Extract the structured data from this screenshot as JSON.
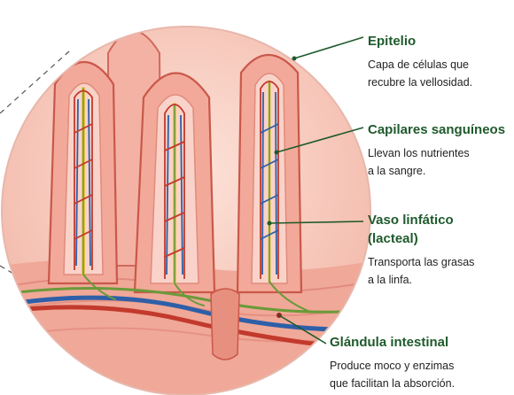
{
  "labels": [
    {
      "title": "Epitelio",
      "description_lines": [
        "Capa de células que",
        "recubre la vellosidad."
      ]
    },
    {
      "title": "Capilares sanguíneos",
      "description_lines": [
        "Llevan los nutrientes",
        "a la sangre."
      ]
    },
    {
      "title_lines": [
        "Vaso linfático",
        "(lacteal)"
      ],
      "description_lines": [
        "Transporta las grasas",
        "a la linfa."
      ]
    },
    {
      "title": "Glándula intestinal",
      "description_lines": [
        "Produce moco y enzimas",
        "que facilitan la absorción."
      ]
    }
  ],
  "colors": {
    "label_title": "#1f5a2c",
    "tissue_light": "#f6c7bd",
    "tissue_mid": "#e8907f",
    "tissue_dark": "#c9584a",
    "blood_red": "#c23a2c",
    "blood_blue": "#2e5fa8",
    "lymph_green": "#6a9a3a",
    "lacteal_yellow": "#e9c44a"
  }
}
